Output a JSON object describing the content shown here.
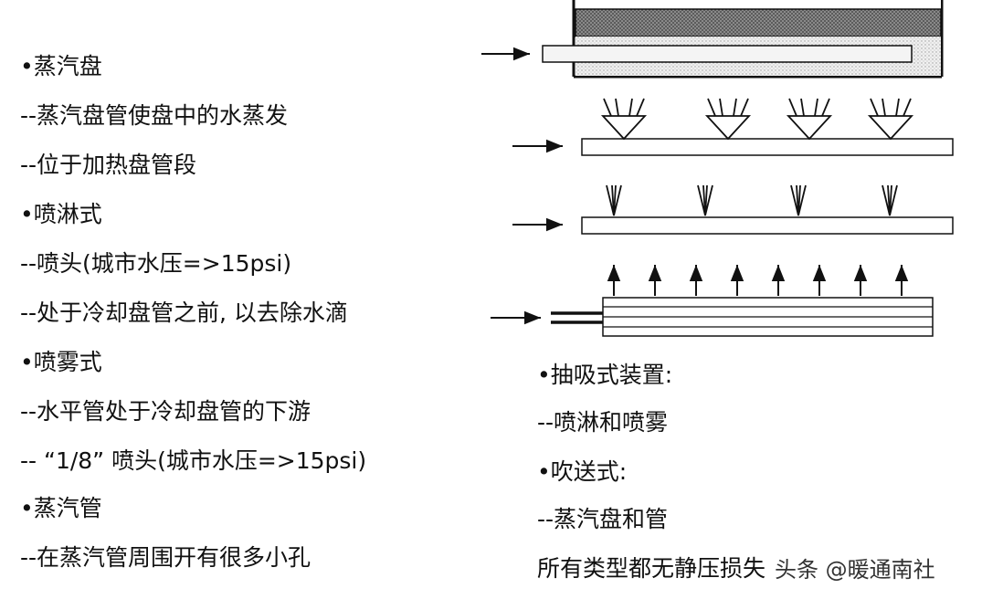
{
  "left_text": [
    "•蒸汽盘",
    "--蒸汽盘管使盘中的水蒸发",
    "--位于加热盘管段",
    "•喷淋式",
    "--喷头(城市水压=>15psi)",
    "--处于冷却盘管之前, 以去除水滴",
    "•喷雾式",
    "--水平管处于冷却盘管的下游",
    "-- “1/8” 喷头(城市水压=>15psi)",
    "•蒸汽管",
    "--在蒸汽管周围开有很多小孔"
  ],
  "right_text": [
    "•抽吸式装置:",
    "--喷淋和喷雾",
    "•吹送式:",
    "--蒸汽盘和管"
  ],
  "footer": {
    "note": "所有类型都无静压损失",
    "watermark": "头条 @暖通南社"
  },
  "colors": {
    "ink": "#111111",
    "dark_band": "#6e6e6e",
    "light_band": "#e4e4e4"
  }
}
